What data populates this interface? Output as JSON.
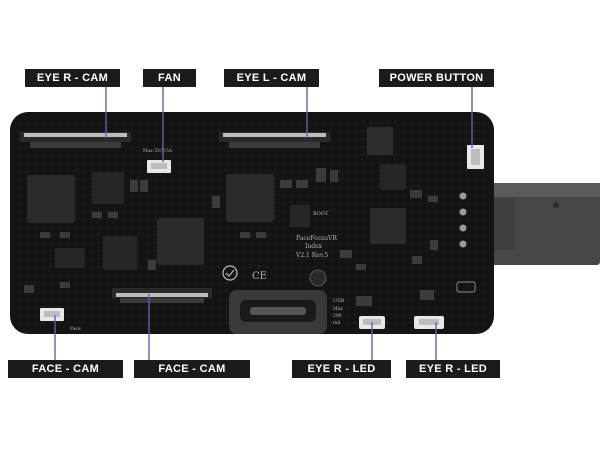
{
  "labels": {
    "eye_r_cam_top": "EYE R - CAM",
    "fan": "FAN",
    "eye_l_cam": "EYE L - CAM",
    "power_button": "POWER BUTTON",
    "face_cam_left": "FACE - CAM",
    "face_cam_right": "FACE - CAM",
    "eye_r_led_1": "EYE R - LED",
    "eye_r_led_2": "EYE R - LED"
  },
  "silkscreen": {
    "brand": "FaceFocusVR",
    "product": "Index",
    "version": "V2.1 Rev.5",
    "fan_spec": "Max 5V/0.5A",
    "boot": "BOOT",
    "face": "Face",
    "usb": "USB",
    "ce_mark": "CE",
    "power_note_1": "Max",
    "power_note_2": "200",
    "power_note_3": "mA"
  },
  "colors": {
    "board": "#141414",
    "label_bg": "#1b1b1b",
    "label_text": "#ffffff",
    "leader_line": "#6c5aa8",
    "connector": "#e8e8e8",
    "usb_plug": "#4a4a4a"
  }
}
